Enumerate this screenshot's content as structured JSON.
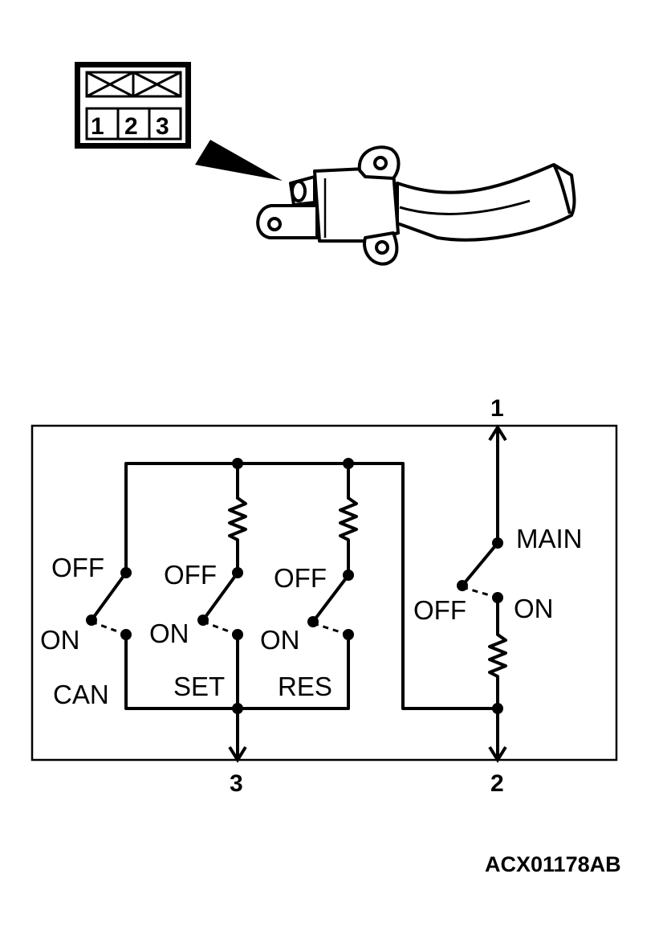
{
  "connector": {
    "pins": [
      "1",
      "2",
      "3"
    ]
  },
  "circuit": {
    "terminals": {
      "t1": "1",
      "t2": "2",
      "t3": "3"
    },
    "switches": {
      "can": {
        "off": "OFF",
        "on": "ON",
        "name": "CAN"
      },
      "set": {
        "off": "OFF",
        "on": "ON",
        "name": "SET"
      },
      "res": {
        "off": "OFF",
        "on": "ON",
        "name": "RES"
      },
      "main": {
        "off": "OFF",
        "on": "ON",
        "name": "MAIN"
      }
    }
  },
  "figure_code": "ACX01178",
  "figure_suffix": "AB"
}
